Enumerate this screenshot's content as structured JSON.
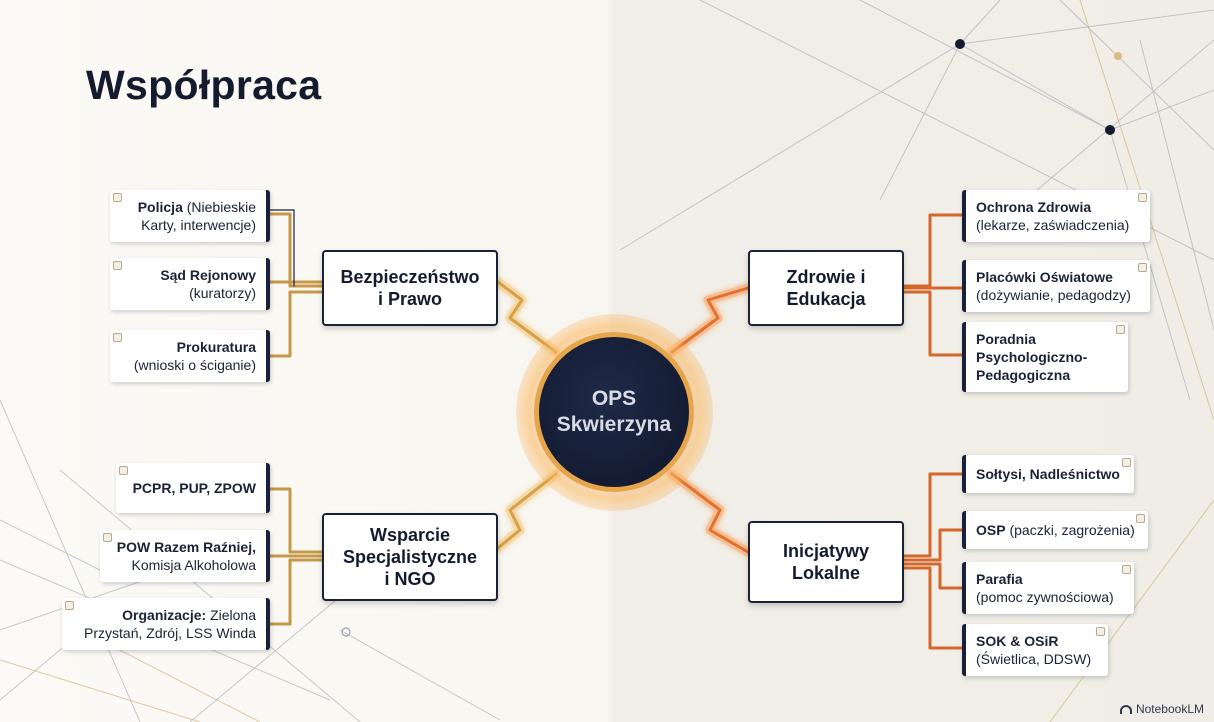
{
  "title": "Współpraca",
  "center": {
    "line1": "OPS",
    "line2": "Skwierzyna"
  },
  "hubs": {
    "bezpieczenstwo": {
      "line1": "Bezpieczeństwo",
      "line2": "i Prawo"
    },
    "wsparcie": {
      "line1": "Wsparcie",
      "line2": "Specjalistyczne",
      "line3": "i NGO"
    },
    "zdrowie": {
      "line1": "Zdrowie i",
      "line2": "Edukacja"
    },
    "inicjatywy": {
      "line1": "Inicjatywy",
      "line2": "Lokalne"
    }
  },
  "leaves": {
    "policja": {
      "bold": "Policja",
      "rest": " (Niebieskie",
      "line2": "Karty, interwencje)"
    },
    "sad": {
      "bold": "Sąd Rejonowy",
      "line2": "(kuratorzy)"
    },
    "prokuratura": {
      "bold": "Prokuratura",
      "line2": "(wnioski o ściganie)"
    },
    "pcpr": {
      "bold": "PCPR, PUP, ZPOW"
    },
    "pow": {
      "bold": "POW Razem Raźniej,",
      "line2": "Komisja Alkoholowa"
    },
    "organizacje": {
      "bold": "Organizacje:",
      "rest": " Zielona",
      "line2": "Przystań, Zdrój, LSS Winda"
    },
    "ochrona": {
      "bold": "Ochrona Zdrowia",
      "line2": "(lekarze, zaświadczenia)"
    },
    "placowki": {
      "bold": "Placówki Oświatowe",
      "line2": "(dożywianie, pedagodzy)"
    },
    "poradnia": {
      "bold": "Poradnia",
      "line2": "Psychologiczno-",
      "line3": "Pedagogiczna"
    },
    "soltysi": {
      "bold": "Sołtysi, Nadleśnictwo"
    },
    "osp": {
      "bold": "OSP",
      "rest": " (paczki, zagrożenia)"
    },
    "parafia": {
      "bold": "Parafia",
      "line2": "(pomoc zywnościowa)"
    },
    "sok": {
      "bold": "SOK & OSiR",
      "line2": "(Świetlica, DDSW)"
    }
  },
  "brand": {
    "label": "NotebookLM",
    "icon": "notebooklm-icon"
  },
  "colors": {
    "navy": "#141b2e",
    "gold": "#e4a545",
    "orange": "#e8752e",
    "left_branch": "#c89a4a",
    "right_branch": "#d4672a"
  }
}
